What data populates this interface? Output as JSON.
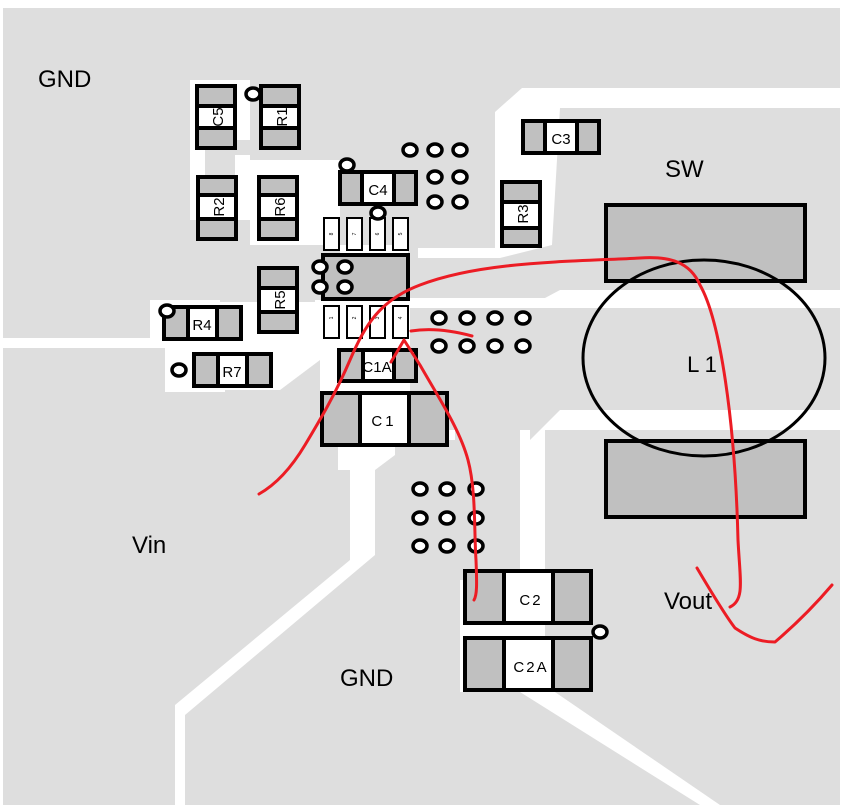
{
  "diagram": {
    "type": "pcb-layout",
    "colors": {
      "copper_pour": "#dedede",
      "pad": "#c0c0c0",
      "clearance": "#ffffff",
      "outline": "#000000",
      "annotation_ink": "#ec1c24"
    },
    "nets": {
      "gnd_top": "GND",
      "sw": "SW",
      "vin": "Vin",
      "gnd_bottom": "GND",
      "vout": "Vout"
    },
    "components": {
      "c5": "C5",
      "r1": "R1",
      "r2": "R2",
      "r6": "R6",
      "c4": "C4",
      "c3": "C3",
      "r3": "R3",
      "r5": "R5",
      "r4": "R4",
      "r7": "R7",
      "c1a": "C1A",
      "c1": "C1",
      "c2": "C2",
      "c2a": "C2A",
      "l1": "L 1"
    },
    "ic_pins": {
      "top": [
        "8",
        "7",
        "6",
        "5"
      ],
      "bottom": [
        "1",
        "2",
        "3",
        "4"
      ]
    },
    "annotations": [
      "red hand-drawn current-loop traces"
    ]
  }
}
